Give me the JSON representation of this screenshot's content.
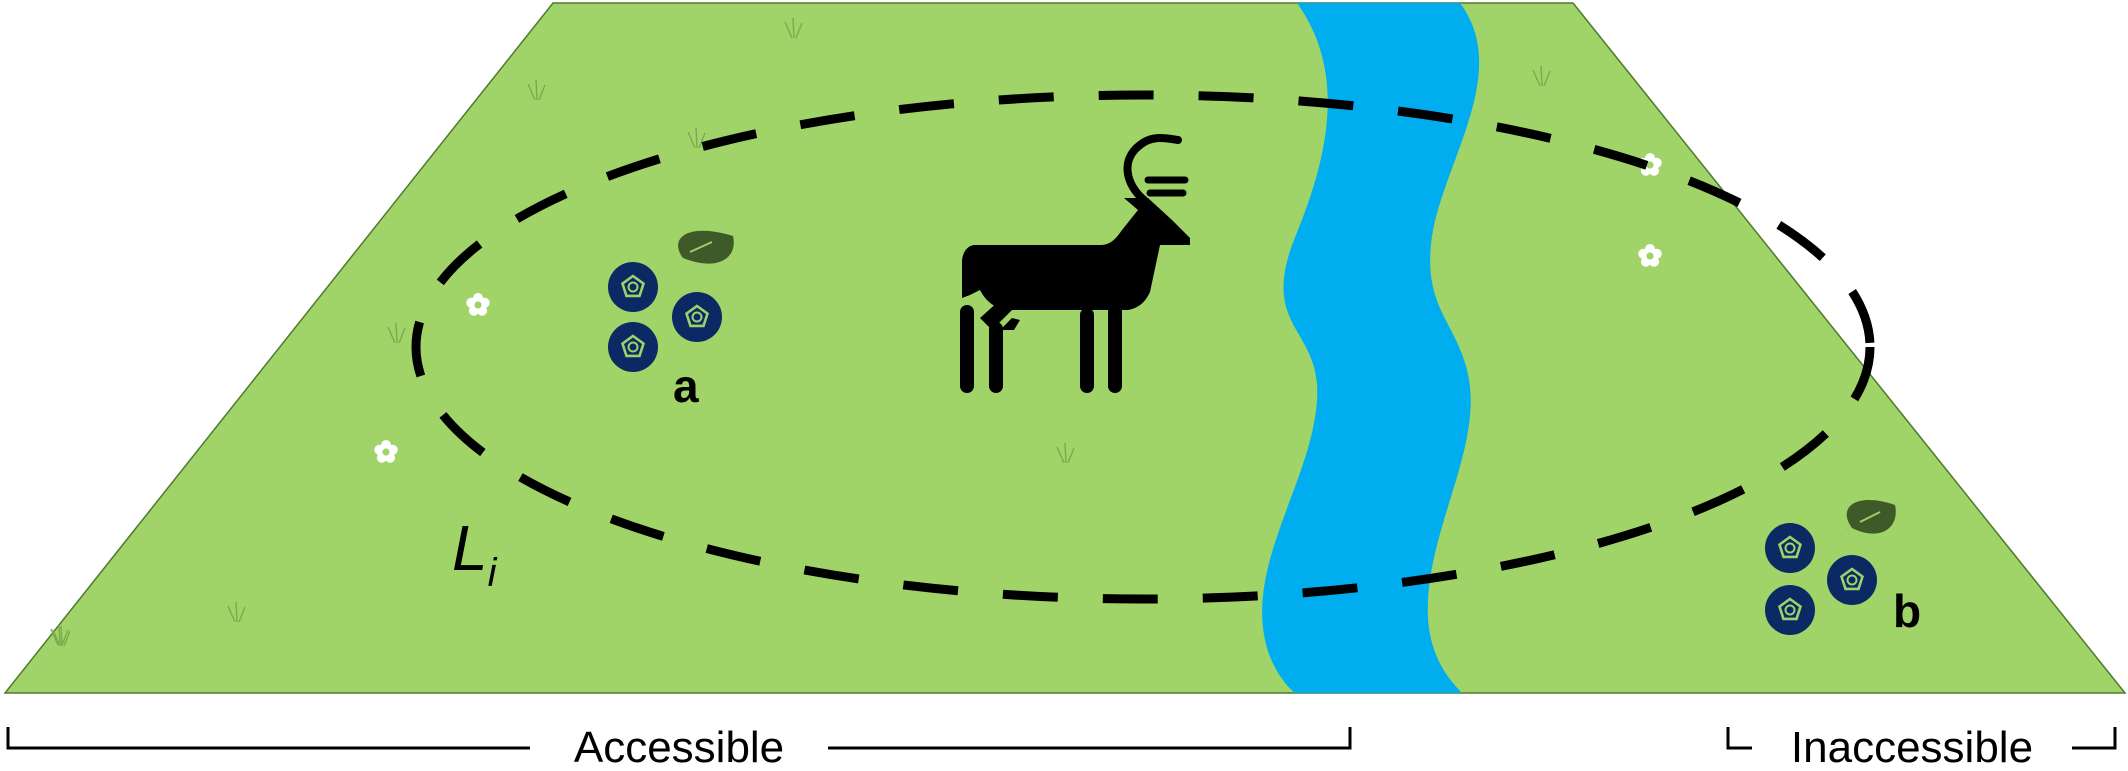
{
  "colors": {
    "meadow": "#A0D468",
    "river": "#00AEEF",
    "berry": "#0B2A63",
    "berry_marks": "#9AD36A",
    "leaf": "#3D5A28",
    "animal": "#000000",
    "flower": "#FFFFFF",
    "range_outline": "#000000"
  },
  "labels": {
    "range": "L",
    "range_subscript": "i",
    "patch_a": "a",
    "patch_b": "b",
    "accessible": "Accessible",
    "inaccessible": "Inaccessible"
  },
  "icons": {
    "animal": "deer-icon",
    "berries": "blueberry-cluster-icon",
    "flower": "flower-icon",
    "grass": "grass-tuft-icon"
  }
}
